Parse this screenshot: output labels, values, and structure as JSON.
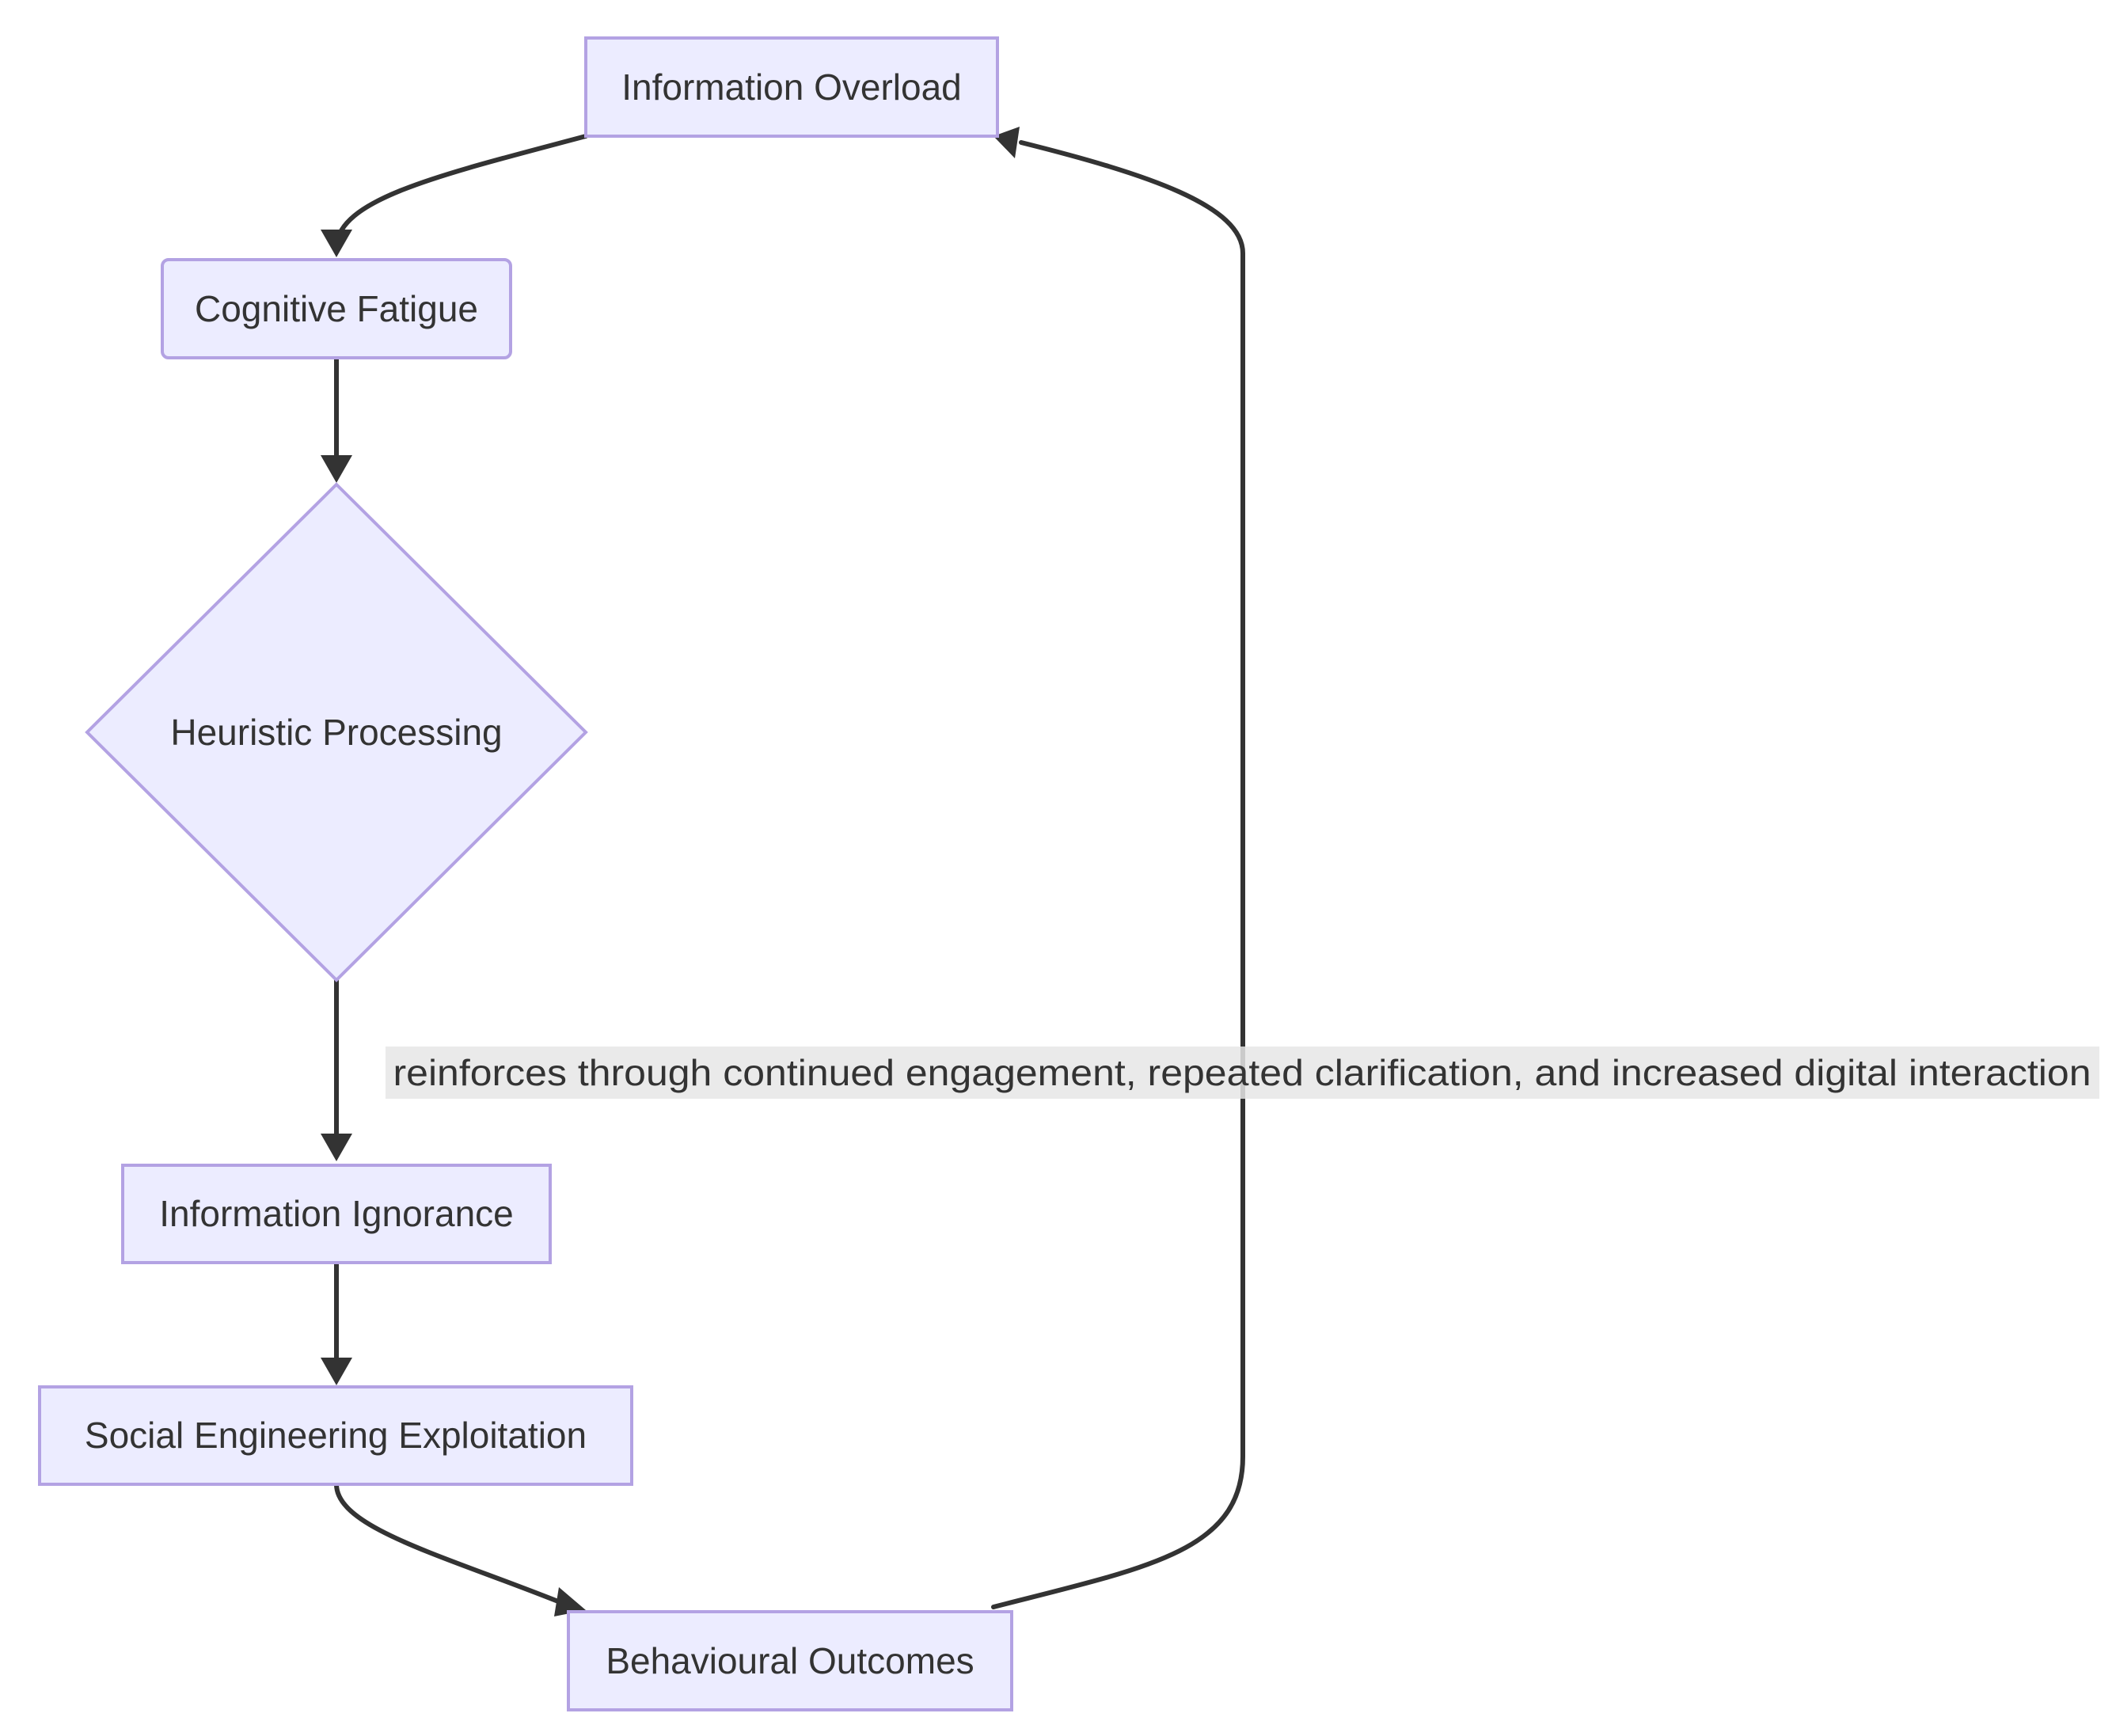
{
  "diagram": {
    "nodes": {
      "information_overload": "Information Overload",
      "cognitive_fatigue": "Cognitive Fatigue",
      "heuristic_processing": "Heuristic Processing",
      "information_ignorance": "Information Ignorance",
      "social_engineering_exploitation": "Social Engineering Exploitation",
      "behavioural_outcomes": "Behavioural Outcomes"
    },
    "edges": [
      {
        "from": "information_overload",
        "to": "cognitive_fatigue",
        "label": ""
      },
      {
        "from": "cognitive_fatigue",
        "to": "heuristic_processing",
        "label": ""
      },
      {
        "from": "heuristic_processing",
        "to": "information_ignorance",
        "label": ""
      },
      {
        "from": "information_ignorance",
        "to": "social_engineering_exploitation",
        "label": ""
      },
      {
        "from": "social_engineering_exploitation",
        "to": "behavioural_outcomes",
        "label": ""
      },
      {
        "from": "behavioural_outcomes",
        "to": "information_overload",
        "label": "reinforces through continued engagement, repeated clarification, and increased digital interaction"
      }
    ],
    "colors": {
      "node_fill": "#ececff",
      "node_stroke": "#b3a2e3",
      "edge": "#333333",
      "text": "#333333",
      "edge_label_background": "#e6e6e6"
    }
  }
}
